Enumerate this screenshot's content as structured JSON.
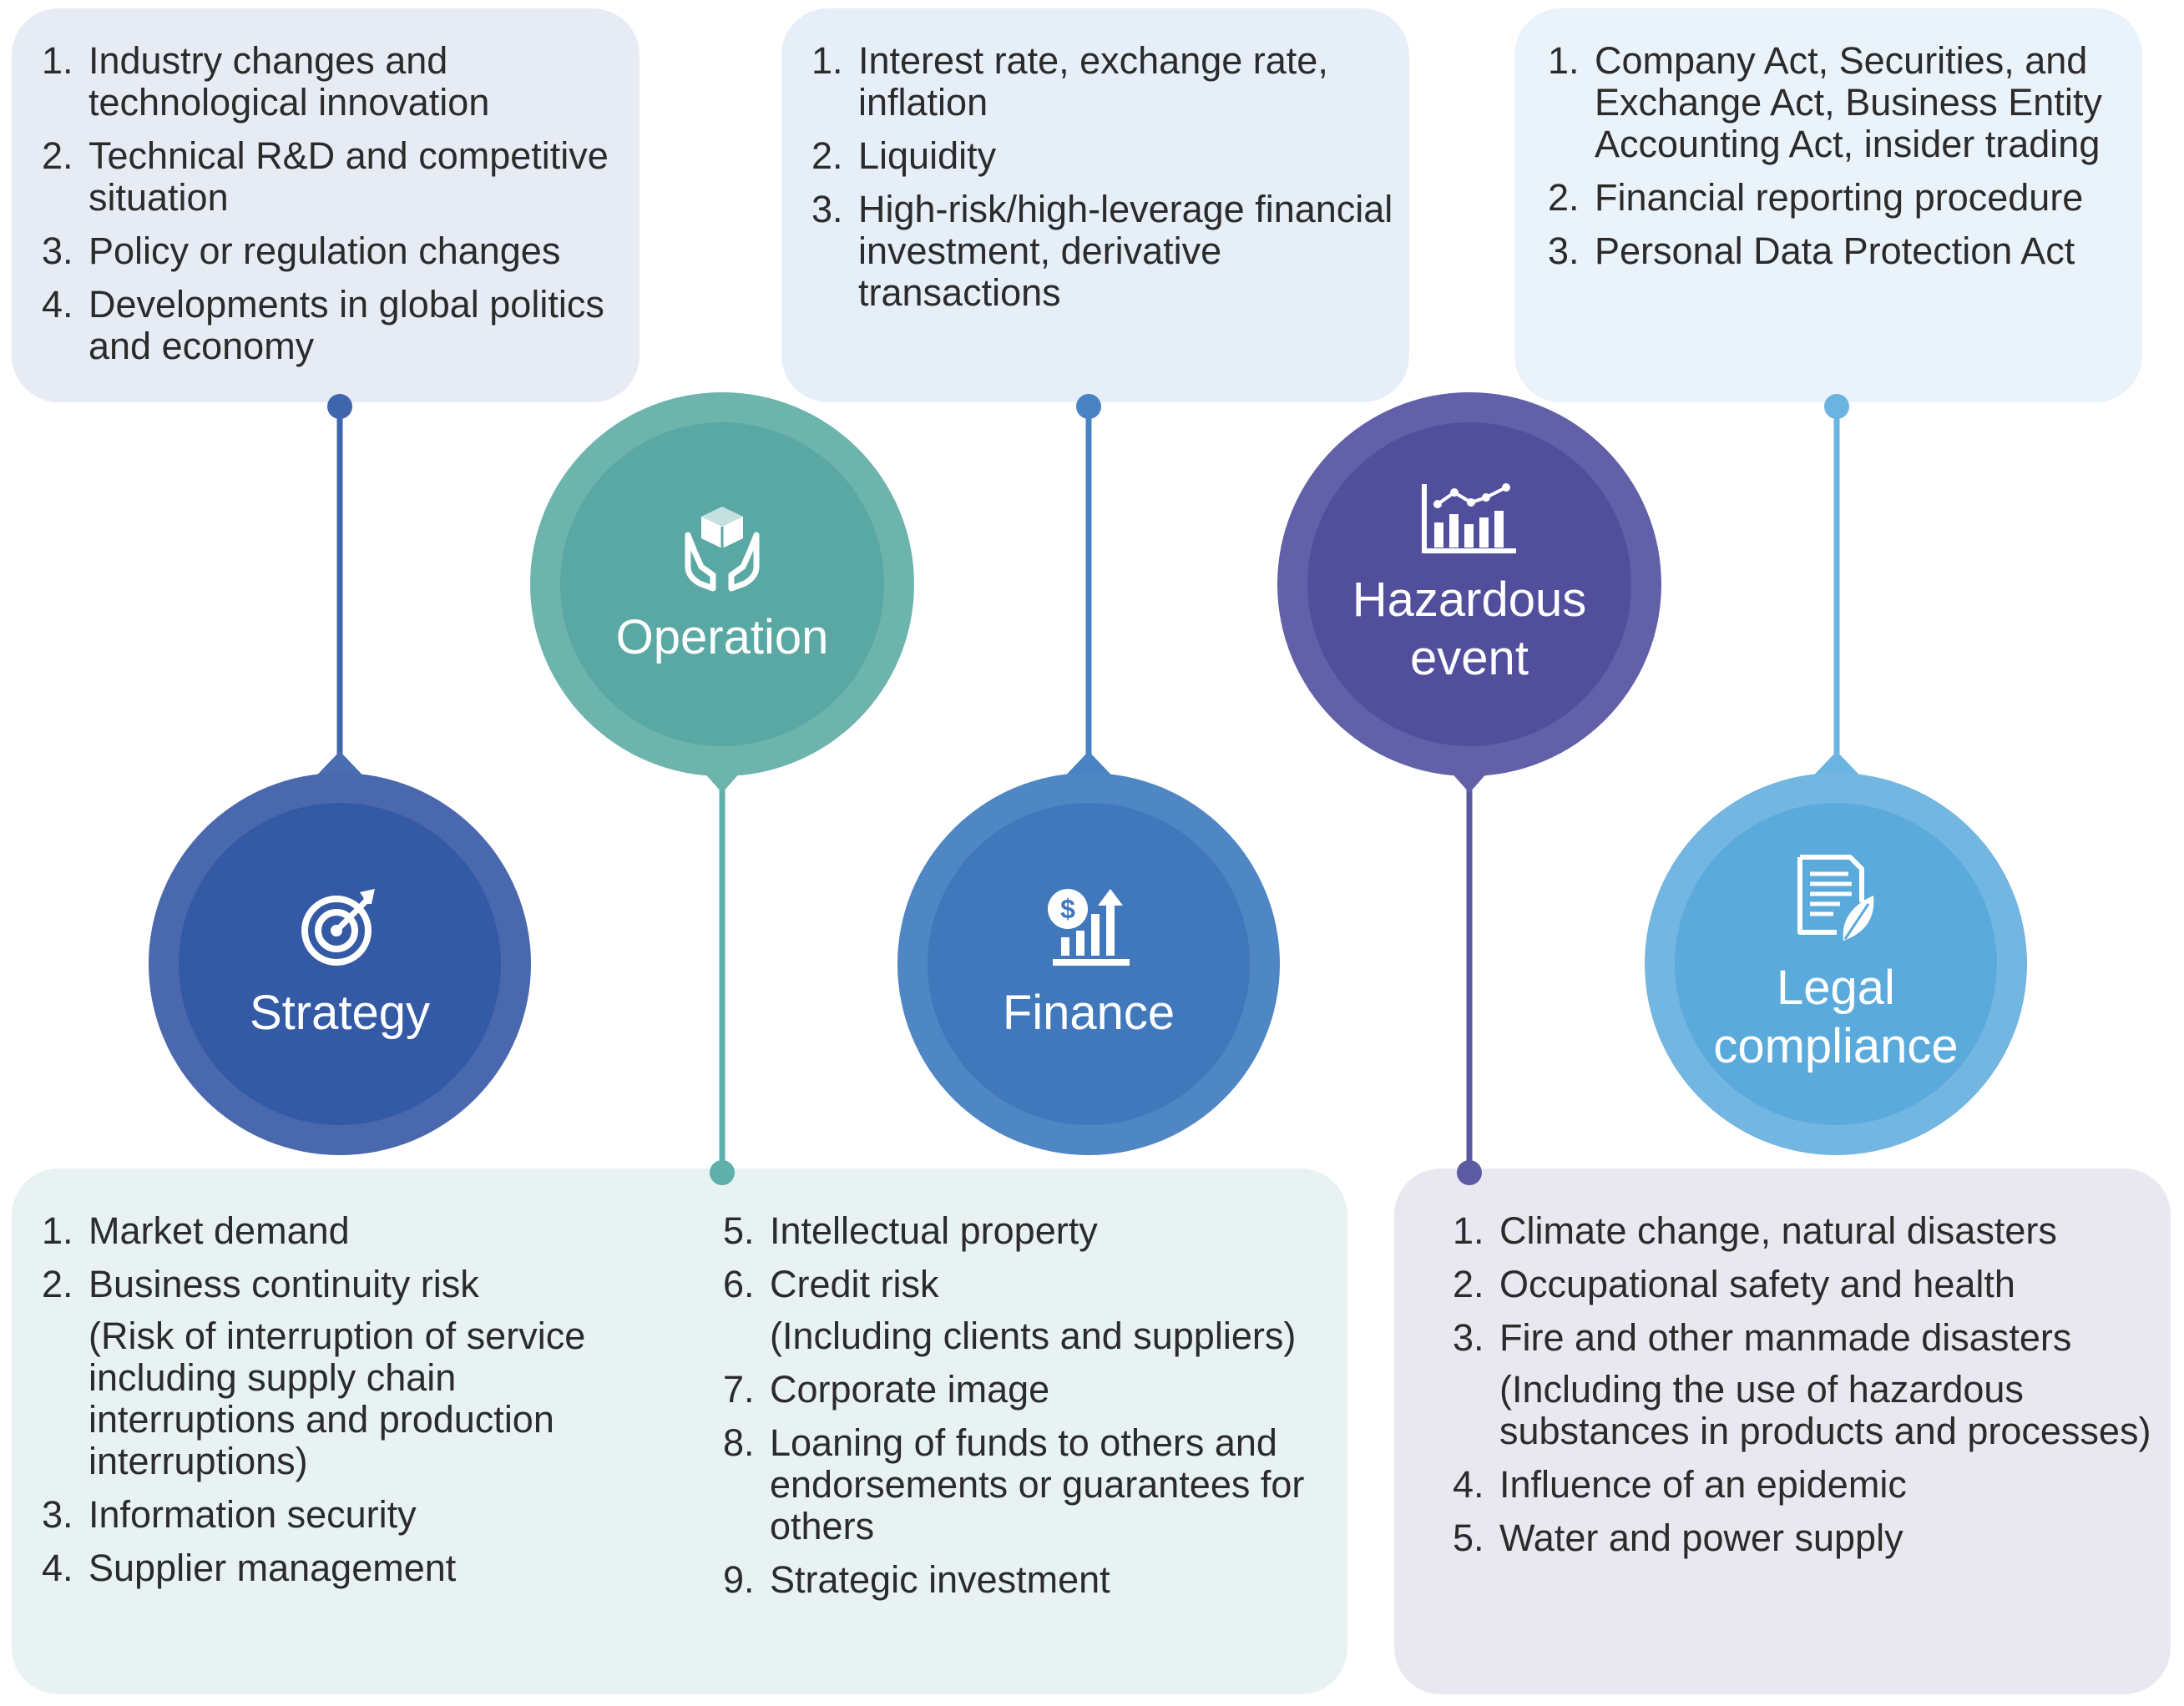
{
  "categories": {
    "strategy": {
      "label": "Strategy",
      "icon": "target-icon",
      "color": "#2f5aa6",
      "items": [
        {
          "num": "1.",
          "text": "Industry changes and technological innovation"
        },
        {
          "num": "2.",
          "text": "Technical R&D and competitive situation"
        },
        {
          "num": "3.",
          "text": "Policy or regulation changes"
        },
        {
          "num": "4.",
          "text": "Developments in global politics and economy"
        }
      ]
    },
    "operation": {
      "label": "Operation",
      "icon": "hands-box-icon",
      "color": "#5aa9a4",
      "items_left": [
        {
          "num": "1.",
          "text": "Market demand"
        },
        {
          "num": "2.",
          "text": "Business continuity risk",
          "note": "(Risk of interruption of service including supply chain interruptions and production interruptions)"
        },
        {
          "num": "3.",
          "text": "Information security"
        },
        {
          "num": "4.",
          "text": "Supplier management"
        }
      ],
      "items_right": [
        {
          "num": "5.",
          "text": "Intellectual property"
        },
        {
          "num": "6.",
          "text": "Credit risk",
          "note": "(Including clients and suppliers)"
        },
        {
          "num": "7.",
          "text": "Corporate image"
        },
        {
          "num": "8.",
          "text": "Loaning of funds to others and endorsements or guarantees for others"
        },
        {
          "num": "9.",
          "text": "Strategic investment"
        }
      ]
    },
    "finance": {
      "label": "Finance",
      "icon": "dollar-growth-icon",
      "color": "#3f7bbd",
      "items": [
        {
          "num": "1.",
          "text": "Interest rate, exchange rate, inflation"
        },
        {
          "num": "2.",
          "text": "Liquidity"
        },
        {
          "num": "3.",
          "text": "High-risk/high-leverage financial investment, derivative transactions"
        }
      ]
    },
    "hazard": {
      "label": "Hazardous event",
      "icon": "bar-line-chart-icon",
      "color": "#514f9c",
      "items": [
        {
          "num": "1.",
          "text": "Climate change, natural disasters"
        },
        {
          "num": "2.",
          "text": "Occupational safety and health"
        },
        {
          "num": "3.",
          "text": "Fire and other manmade disasters",
          "note": "(Including the use of hazardous substances in products and processes)"
        },
        {
          "num": "4.",
          "text": "Influence of an epidemic"
        },
        {
          "num": "5.",
          "text": "Water and power supply"
        }
      ]
    },
    "legal": {
      "label": "Legal compliance",
      "icon": "document-leaf-icon",
      "color": "#5aaadc",
      "items": [
        {
          "num": "1.",
          "text": "Company Act, Securities, and Exchange Act, Business Entity Accounting Act, insider trading"
        },
        {
          "num": "2.",
          "text": "Financial reporting procedure"
        },
        {
          "num": "3.",
          "text": "Personal Data Protection Act"
        }
      ]
    }
  }
}
